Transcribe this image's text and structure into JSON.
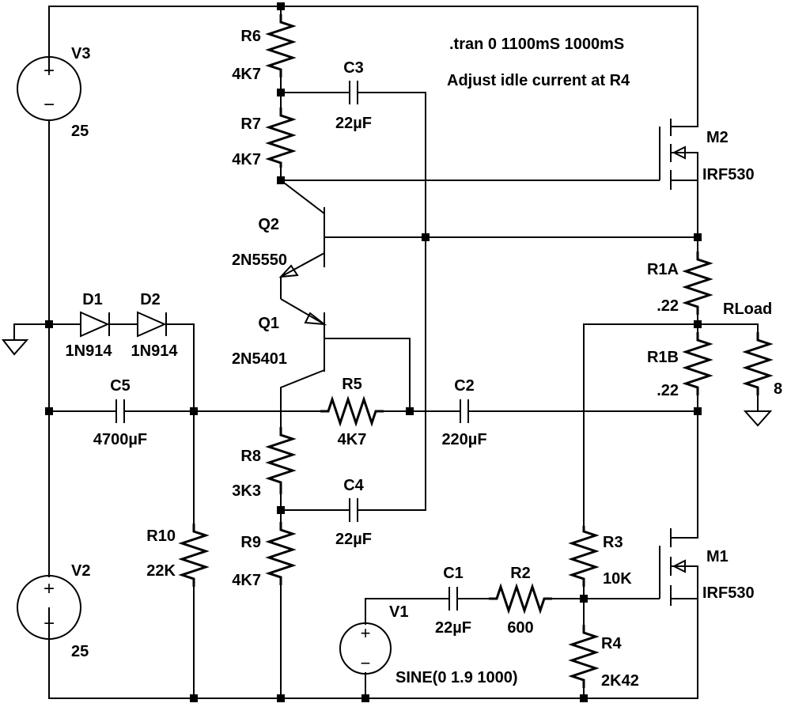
{
  "directives": {
    "tran": ".tran 0 1100mS 1000mS",
    "note": "Adjust idle current at R4"
  },
  "components": {
    "V3": {
      "name": "V3",
      "value": "25"
    },
    "V2": {
      "name": "V2",
      "value": "25"
    },
    "V1": {
      "name": "V1",
      "value": "SINE(0 1.9 1000)"
    },
    "R6": {
      "name": "R6",
      "value": "4K7"
    },
    "R7": {
      "name": "R7",
      "value": "4K7"
    },
    "R8": {
      "name": "R8",
      "value": "3K3"
    },
    "R9": {
      "name": "R9",
      "value": "4K7"
    },
    "R5": {
      "name": "R5",
      "value": "4K7"
    },
    "R10": {
      "name": "R10",
      "value": "22K"
    },
    "R1A": {
      "name": "R1A",
      "value": ".22"
    },
    "R1B": {
      "name": "R1B",
      "value": ".22"
    },
    "RLoad": {
      "name": "RLoad",
      "value": "8"
    },
    "R2": {
      "name": "R2",
      "value": "600"
    },
    "R3": {
      "name": "R3",
      "value": "10K"
    },
    "R4": {
      "name": "R4",
      "value": "2K42"
    },
    "C1": {
      "name": "C1",
      "value": "22µF"
    },
    "C2": {
      "name": "C2",
      "value": "220µF"
    },
    "C3": {
      "name": "C3",
      "value": "22µF"
    },
    "C4": {
      "name": "C4",
      "value": "22µF"
    },
    "C5": {
      "name": "C5",
      "value": "4700µF"
    },
    "D1": {
      "name": "D1",
      "value": "1N914"
    },
    "D2": {
      "name": "D2",
      "value": "1N914"
    },
    "Q1": {
      "name": "Q1",
      "value": "2N5401"
    },
    "Q2": {
      "name": "Q2",
      "value": "2N5550"
    },
    "M1": {
      "name": "M1",
      "value": "IRF530"
    },
    "M2": {
      "name": "M2",
      "value": "IRF530"
    }
  },
  "symbols": {
    "source_plus": "+",
    "source_minus": "−"
  }
}
